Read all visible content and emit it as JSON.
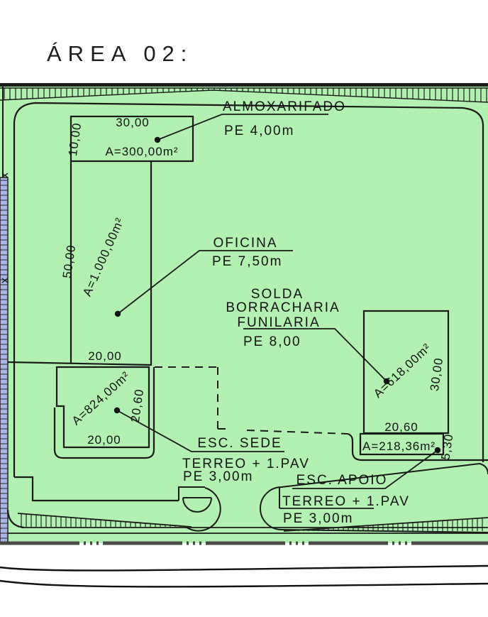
{
  "title": "ÁREA 02:",
  "colors": {
    "site_fill": "#b2f1b2",
    "water_strip_fill": "#a9b5e8",
    "line": "#1a1a1a",
    "road_axis": "#4a4a4a"
  },
  "buildings": {
    "almoxarifado": {
      "name": "ALMOXARIFADO",
      "ceiling_height": "PE 4,00m",
      "area": "A=300,00m²",
      "dim_width": "30,00",
      "dim_height": "10,00"
    },
    "oficina": {
      "name": "OFICINA",
      "ceiling_height": "PE 7,50m",
      "area": "A=1.000,00m²",
      "dim_height": "50,00",
      "dim_width": "20,00"
    },
    "esc_sede": {
      "name": "ESC. SEDE",
      "floors": "TERREO + 1.PAV",
      "ceiling_height": "PE 3,00m",
      "area": "A=824,00m²",
      "dim_width_bottom": "20,00",
      "dim_side": "20,60"
    },
    "solda_borracharia_funilaria": {
      "name_line1": "SOLDA",
      "name_line2": "BORRACHARIA",
      "name_line3": "FUNILARIA",
      "ceiling_height": "PE 8,00",
      "area": "A=618,00m²",
      "dim_side": "30,00"
    },
    "esc_apoio": {
      "name": "ESC. APOIO",
      "floors": "TERREO + 1.PAV",
      "ceiling_height": "PE 3,00m",
      "area": "A=218,36m²",
      "dim_width": "20,60",
      "dim_side": "5,30"
    }
  }
}
